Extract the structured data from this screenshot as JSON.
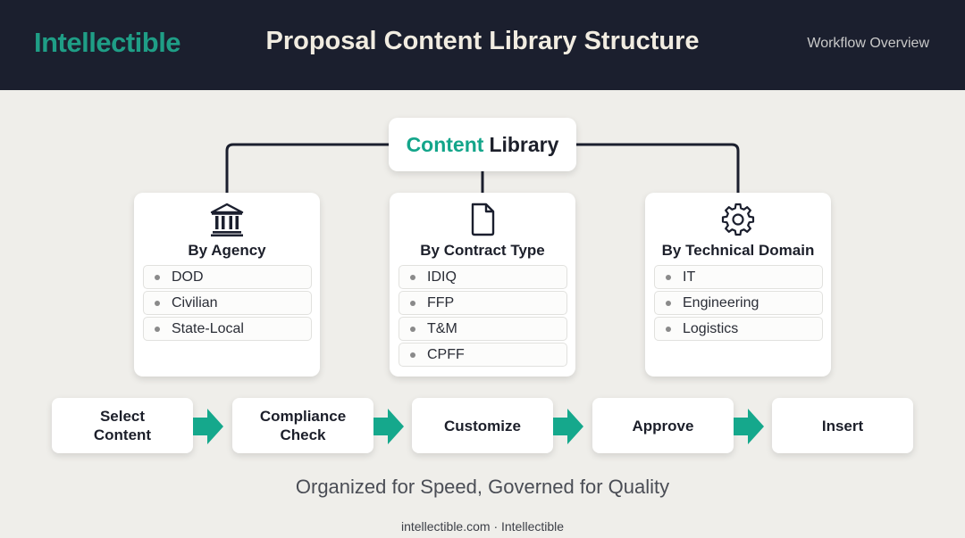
{
  "header": {
    "brand": "Intellectible",
    "title": "Proposal Content Library Structure",
    "subtitle": "Workflow Overview"
  },
  "root": {
    "accent_word": "Content",
    "rest": "Library"
  },
  "categories": [
    {
      "title": "By Agency",
      "icon": "bank-building-icon",
      "items": [
        "DOD",
        "Civilian",
        "State-Local"
      ]
    },
    {
      "title": "By Contract Type",
      "icon": "document-icon",
      "items": [
        "IDIQ",
        "FFP",
        "T&M",
        "CPFF"
      ]
    },
    {
      "title": "By Technical Domain",
      "icon": "gear-icon",
      "items": [
        "IT",
        "Engineering",
        "Logistics"
      ]
    }
  ],
  "workflow": {
    "steps": [
      "Select\nContent",
      "Compliance\nCheck",
      "Customize",
      "Approve",
      "Insert"
    ]
  },
  "tagline": "Organized for Speed, Governed for Quality",
  "footer": "intellectible.com · Intellectible",
  "colors": {
    "header_bg": "#1b1f2e",
    "accent": "#13a58a",
    "brand": "#1f9e86",
    "title_text": "#f1ece1",
    "background": "#efeeea",
    "arrow": "#15a88c"
  }
}
